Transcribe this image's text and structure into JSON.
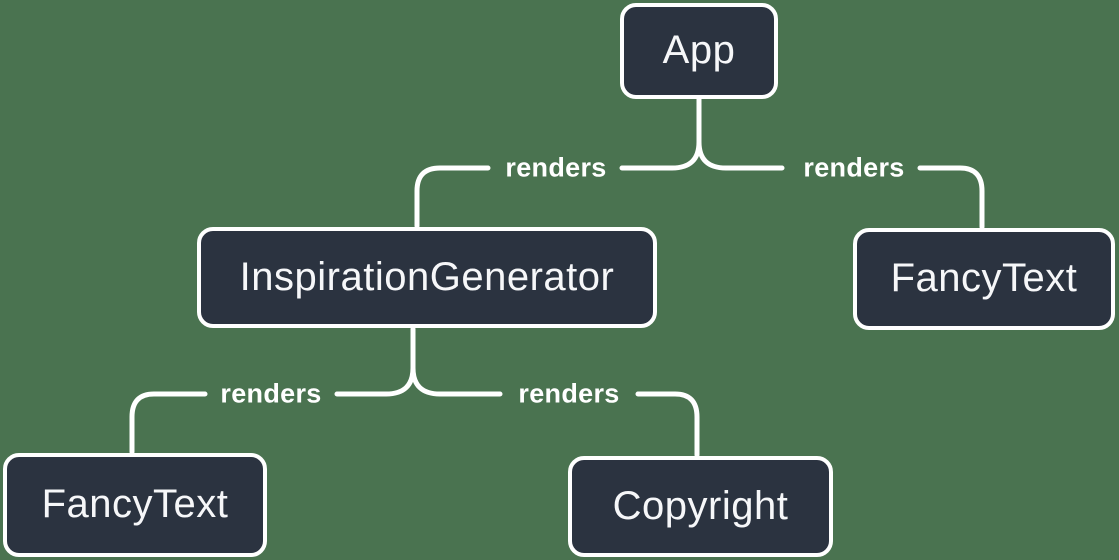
{
  "diagram": {
    "type": "component-render-tree"
  },
  "colors": {
    "background": "#4a7350",
    "node-fill": "#2b3340",
    "node-border": "#ffffff",
    "node-text": "#f6f7f9",
    "edge-line": "#ffffff",
    "edge-label-text": "#ffffff"
  },
  "nodes": [
    {
      "id": "app",
      "label": "App"
    },
    {
      "id": "inspiration-generator",
      "label": "InspirationGenerator"
    },
    {
      "id": "fancy-text-top-right",
      "label": "FancyText"
    },
    {
      "id": "fancy-text-bottom-left",
      "label": "FancyText"
    },
    {
      "id": "copyright",
      "label": "Copyright"
    }
  ],
  "edges": [
    {
      "from": "app",
      "to": "inspiration-generator",
      "label": "renders"
    },
    {
      "from": "app",
      "to": "fancy-text-top-right",
      "label": "renders"
    },
    {
      "from": "inspiration-generator",
      "to": "fancy-text-bottom-left",
      "label": "renders"
    },
    {
      "from": "inspiration-generator",
      "to": "copyright",
      "label": "renders"
    }
  ]
}
